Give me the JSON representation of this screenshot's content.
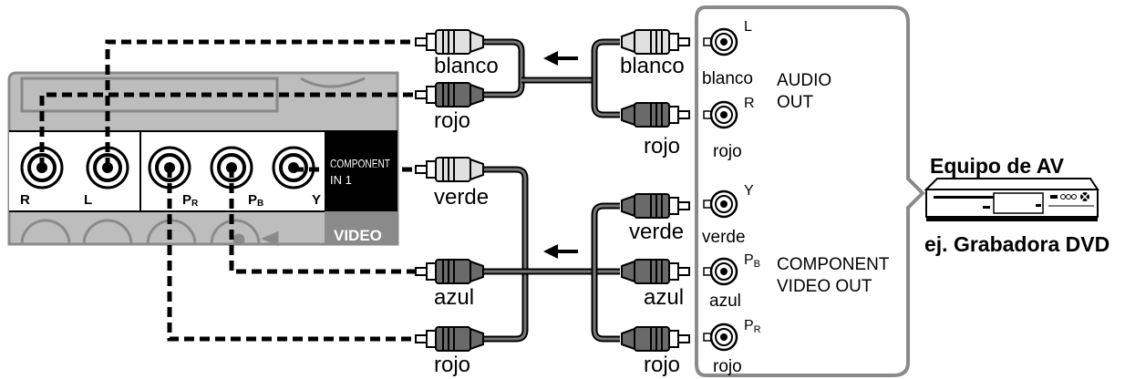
{
  "tv_panel": {
    "audio_ports": [
      "R",
      "L"
    ],
    "component_ports": [
      "P",
      "P",
      "Y"
    ],
    "component_port_subs": [
      "R",
      "B",
      ""
    ],
    "component_label": [
      "COMPONENT",
      "IN 1"
    ],
    "video_label": "VIDEO"
  },
  "cables": {
    "audio_left": [
      "blanco",
      "rojo"
    ],
    "audio_right": [
      "blanco",
      "rojo"
    ],
    "video_left": [
      "verde",
      "azul",
      "rojo"
    ],
    "video_right": [
      "verde",
      "azul",
      "rojo"
    ]
  },
  "device_panel": {
    "audio_jacks": [
      {
        "sup": "L",
        "color": "blanco"
      },
      {
        "sup": "R",
        "color": "rojo"
      }
    ],
    "video_jacks": [
      {
        "sup": "Y",
        "sub": "",
        "color": "verde"
      },
      {
        "sup": "P",
        "sub": "B",
        "color": "azul"
      },
      {
        "sup": "P",
        "sub": "R",
        "color": "rojo"
      }
    ],
    "audio_out_label": [
      "AUDIO",
      "OUT"
    ],
    "component_out_label": [
      "COMPONENT",
      "VIDEO OUT"
    ]
  },
  "device": {
    "title": "Equipo de AV",
    "example": "ej. Grabadora DVD"
  }
}
